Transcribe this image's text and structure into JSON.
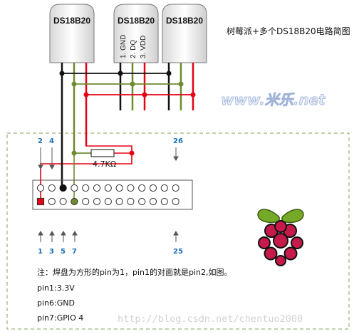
{
  "title": "树莓派+多个DS18B20电路简图",
  "watermark_top": "www.米乐.net",
  "watermark_bottom": "http://blog.csdn.net/chentuo2000",
  "sensors": [
    {
      "label": "DS18B20"
    },
    {
      "label": "DS18B20",
      "pins": [
        "1. GND",
        "2. DQ",
        "3. VDD"
      ]
    },
    {
      "label": "DS18B20"
    }
  ],
  "resistor_label": "4.7KΩ",
  "pin_numbers_top": [
    "2",
    "4",
    "26"
  ],
  "pin_numbers_bottom": [
    "1",
    "3",
    "5",
    "7",
    "25"
  ],
  "notes": [
    "注：焊盘为方形的pin为1，pin1的对面就是pin2,如图。",
    "pin1:3.3V",
    "pin6:GND",
    "pin7:GPIO 4"
  ],
  "colors": {
    "gnd_wire": "#111111",
    "data_wire": "#6e8b2f",
    "vdd_wire": "#e60012",
    "pin_label_blue": "#1b6fb5",
    "board_border": "#7fa65a",
    "raspberry_red": "#c51a4a",
    "leaf_green": "#75a928"
  }
}
